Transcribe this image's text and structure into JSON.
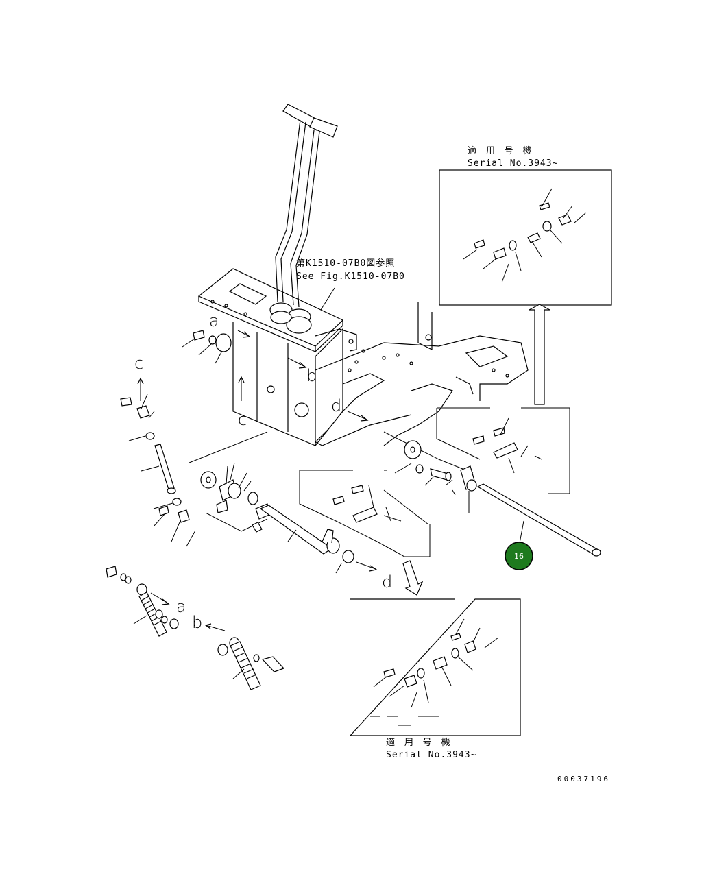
{
  "references": {
    "fig_ref_jp": "第K1510-07B0図参照",
    "fig_ref_en": "See Fig.K1510-07B0"
  },
  "inset_top": {
    "applicable_jp": "適 用 号 機",
    "serial": "Serial No.3943~"
  },
  "inset_bottom": {
    "applicable_jp": "適 用 号 機",
    "serial": "Serial No.3943~"
  },
  "view_letters": {
    "a1": "a",
    "b1": "b",
    "c1": "c",
    "c2": "c",
    "d1": "d",
    "d2": "d",
    "a2": "a",
    "b2": "b"
  },
  "callout": {
    "number": "16",
    "color": "#1e7a1e"
  },
  "drawing_id": "00037196"
}
